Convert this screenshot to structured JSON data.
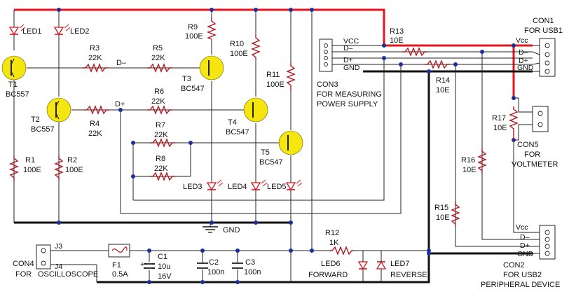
{
  "colors": {
    "positive_rail": "#e8141b",
    "ground_rail": "#111111",
    "transistor": "#f5e60f",
    "led": "#d3141c",
    "junction": "#1c2f99"
  },
  "transistors": {
    "t1": {
      "name": "T1",
      "type": "BC557"
    },
    "t2": {
      "name": "T2",
      "type": "BC557"
    },
    "t3": {
      "name": "T3",
      "type": "BC547"
    },
    "t4": {
      "name": "T4",
      "type": "BC547"
    },
    "t5": {
      "name": "T5",
      "type": "BC547"
    }
  },
  "resistors": {
    "r1": {
      "name": "R1",
      "value": "100E"
    },
    "r2": {
      "name": "R2",
      "value": "100E"
    },
    "r3": {
      "name": "R3",
      "value": "22K"
    },
    "r4": {
      "name": "R4",
      "value": "22K"
    },
    "r5": {
      "name": "R5",
      "value": "22K"
    },
    "r6": {
      "name": "R6",
      "value": "22K"
    },
    "r7": {
      "name": "R7",
      "value": "22K"
    },
    "r8": {
      "name": "R8",
      "value": "22K"
    },
    "r9": {
      "name": "R9",
      "value": "100E"
    },
    "r10": {
      "name": "R10",
      "value": "100E"
    },
    "r11": {
      "name": "R11",
      "value": "100E"
    },
    "r12": {
      "name": "R12",
      "value": "1K"
    },
    "r13": {
      "name": "R13",
      "value": "10E"
    },
    "r14": {
      "name": "R14",
      "value": "10E"
    },
    "r15": {
      "name": "R15",
      "value": "10E"
    },
    "r16": {
      "name": "R16",
      "value": "10E"
    },
    "r17": {
      "name": "R17",
      "value": "10E"
    }
  },
  "leds": {
    "led1": "LED1",
    "led2": "LED2",
    "led3": "LED3",
    "led4": "LED4",
    "led5": "LED5",
    "led6": "LED6",
    "led6_desc": "FORWARD",
    "led7": "LED7",
    "led7_desc": "REVERSE"
  },
  "capacitors": {
    "c1": {
      "name": "C1",
      "value": "10u",
      "voltage": "16V"
    },
    "c2": {
      "name": "C2",
      "value": "100n"
    },
    "c3": {
      "name": "C3",
      "value": "100n"
    }
  },
  "fuse": {
    "name": "F1",
    "value": "0.5A"
  },
  "nets": {
    "d_minus": "D–",
    "d_plus": "D+",
    "gnd": "GND"
  },
  "connectors": {
    "con1": {
      "name": "CON1",
      "desc": "FOR USB1",
      "pins": [
        "Vcc",
        "D–",
        "D+",
        "GND"
      ]
    },
    "con2": {
      "name": "CON2",
      "desc": "FOR USB2",
      "desc2": "PERIPHERAL DEVICE",
      "pins": [
        "Vcc",
        "D–",
        "D+",
        "GND"
      ]
    },
    "con3": {
      "name": "CON3",
      "desc": "FOR MEASURING",
      "desc2": "POWER SUPPLY",
      "pins": [
        "VCC",
        "D–",
        "D+",
        "GND"
      ]
    },
    "con4": {
      "name": "CON4",
      "desc": "FOR",
      "desc2": "OSCILLOSCOPE",
      "pin_a": "J3",
      "pin_b": "J4"
    },
    "con5": {
      "name": "CON5",
      "desc": "FOR",
      "desc2": "VOLTMETER"
    }
  }
}
